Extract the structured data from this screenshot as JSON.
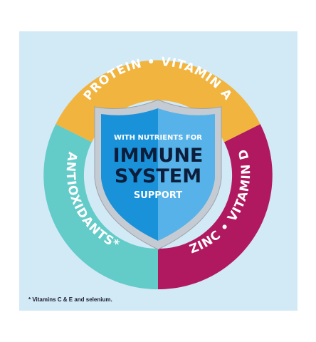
{
  "ring": {
    "top_label": "PROTEIN • VITAMIN A",
    "left_label": "ANTIOXIDANTS*",
    "right_label": "ZINC • VITAMIN D",
    "top_color": "#f1b43f",
    "left_color": "#63cbc8",
    "right_color": "#b0195f"
  },
  "shield": {
    "line1": "WITH NUTRIENTS FOR",
    "line2": "IMMUNE",
    "line3": "SYSTEM",
    "line4": "SUPPORT",
    "color_left": "#1a92d9",
    "color_right": "#56b2e8",
    "frame_color": "#c5cbd2"
  },
  "footnote": "* Vitamins C & E and selenium."
}
